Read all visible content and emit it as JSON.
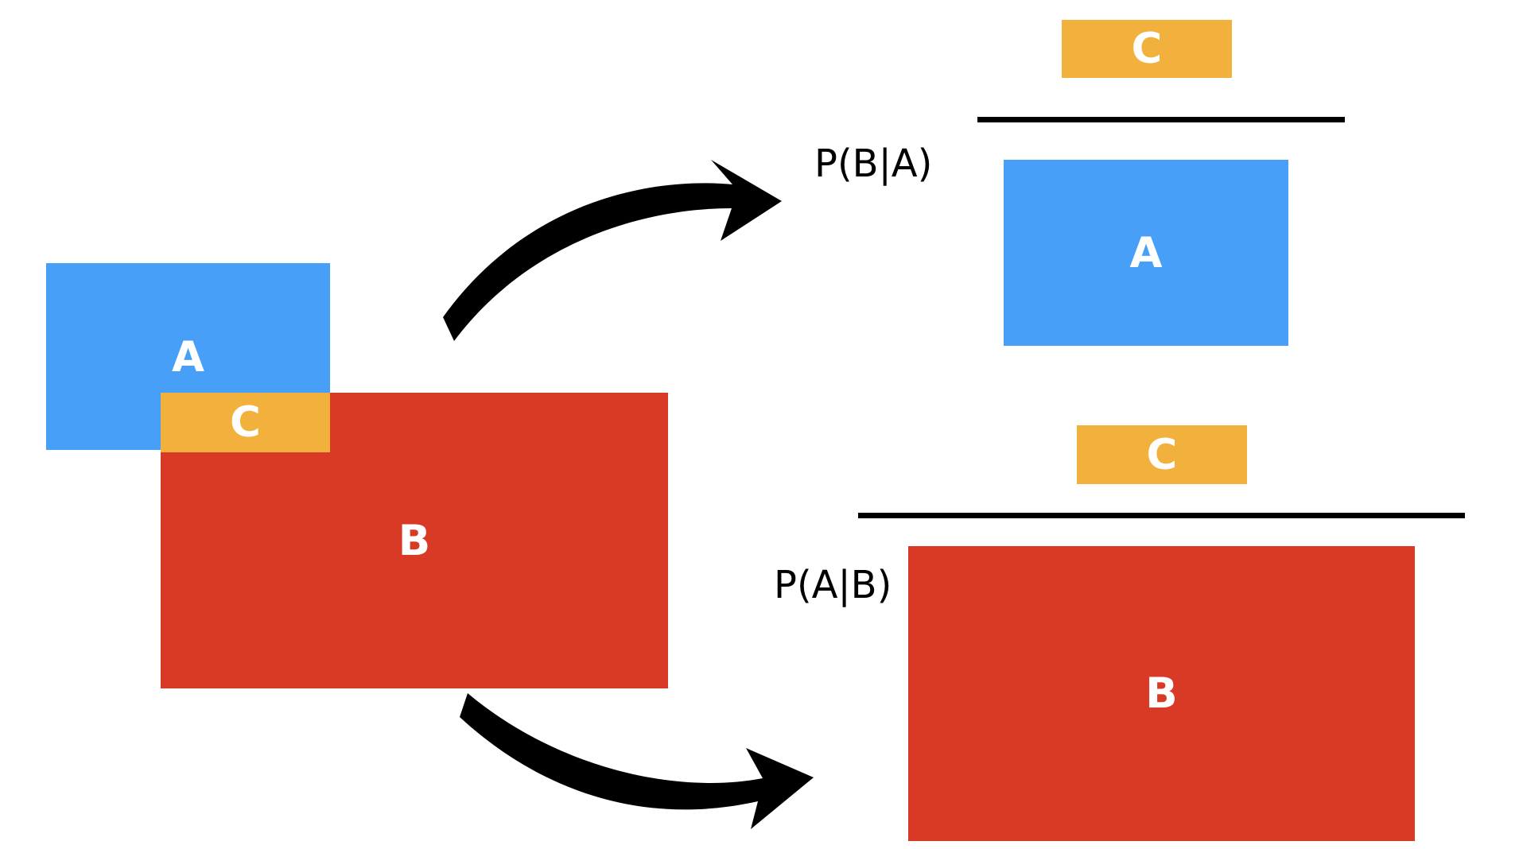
{
  "colors": {
    "blue": "#489FF8",
    "red": "#D93A26",
    "yellow": "#F2B13C",
    "line": "#000000",
    "label": "#FFFFFF"
  },
  "venn": {
    "a_label": "A",
    "b_label": "B",
    "c_label": "C"
  },
  "top_fraction": {
    "prob_label": "P(B|A)",
    "numerator_label": "C",
    "denominator_label": "A"
  },
  "bottom_fraction": {
    "prob_label": "P(A|B)",
    "numerator_label": "C",
    "denominator_label": "B"
  }
}
